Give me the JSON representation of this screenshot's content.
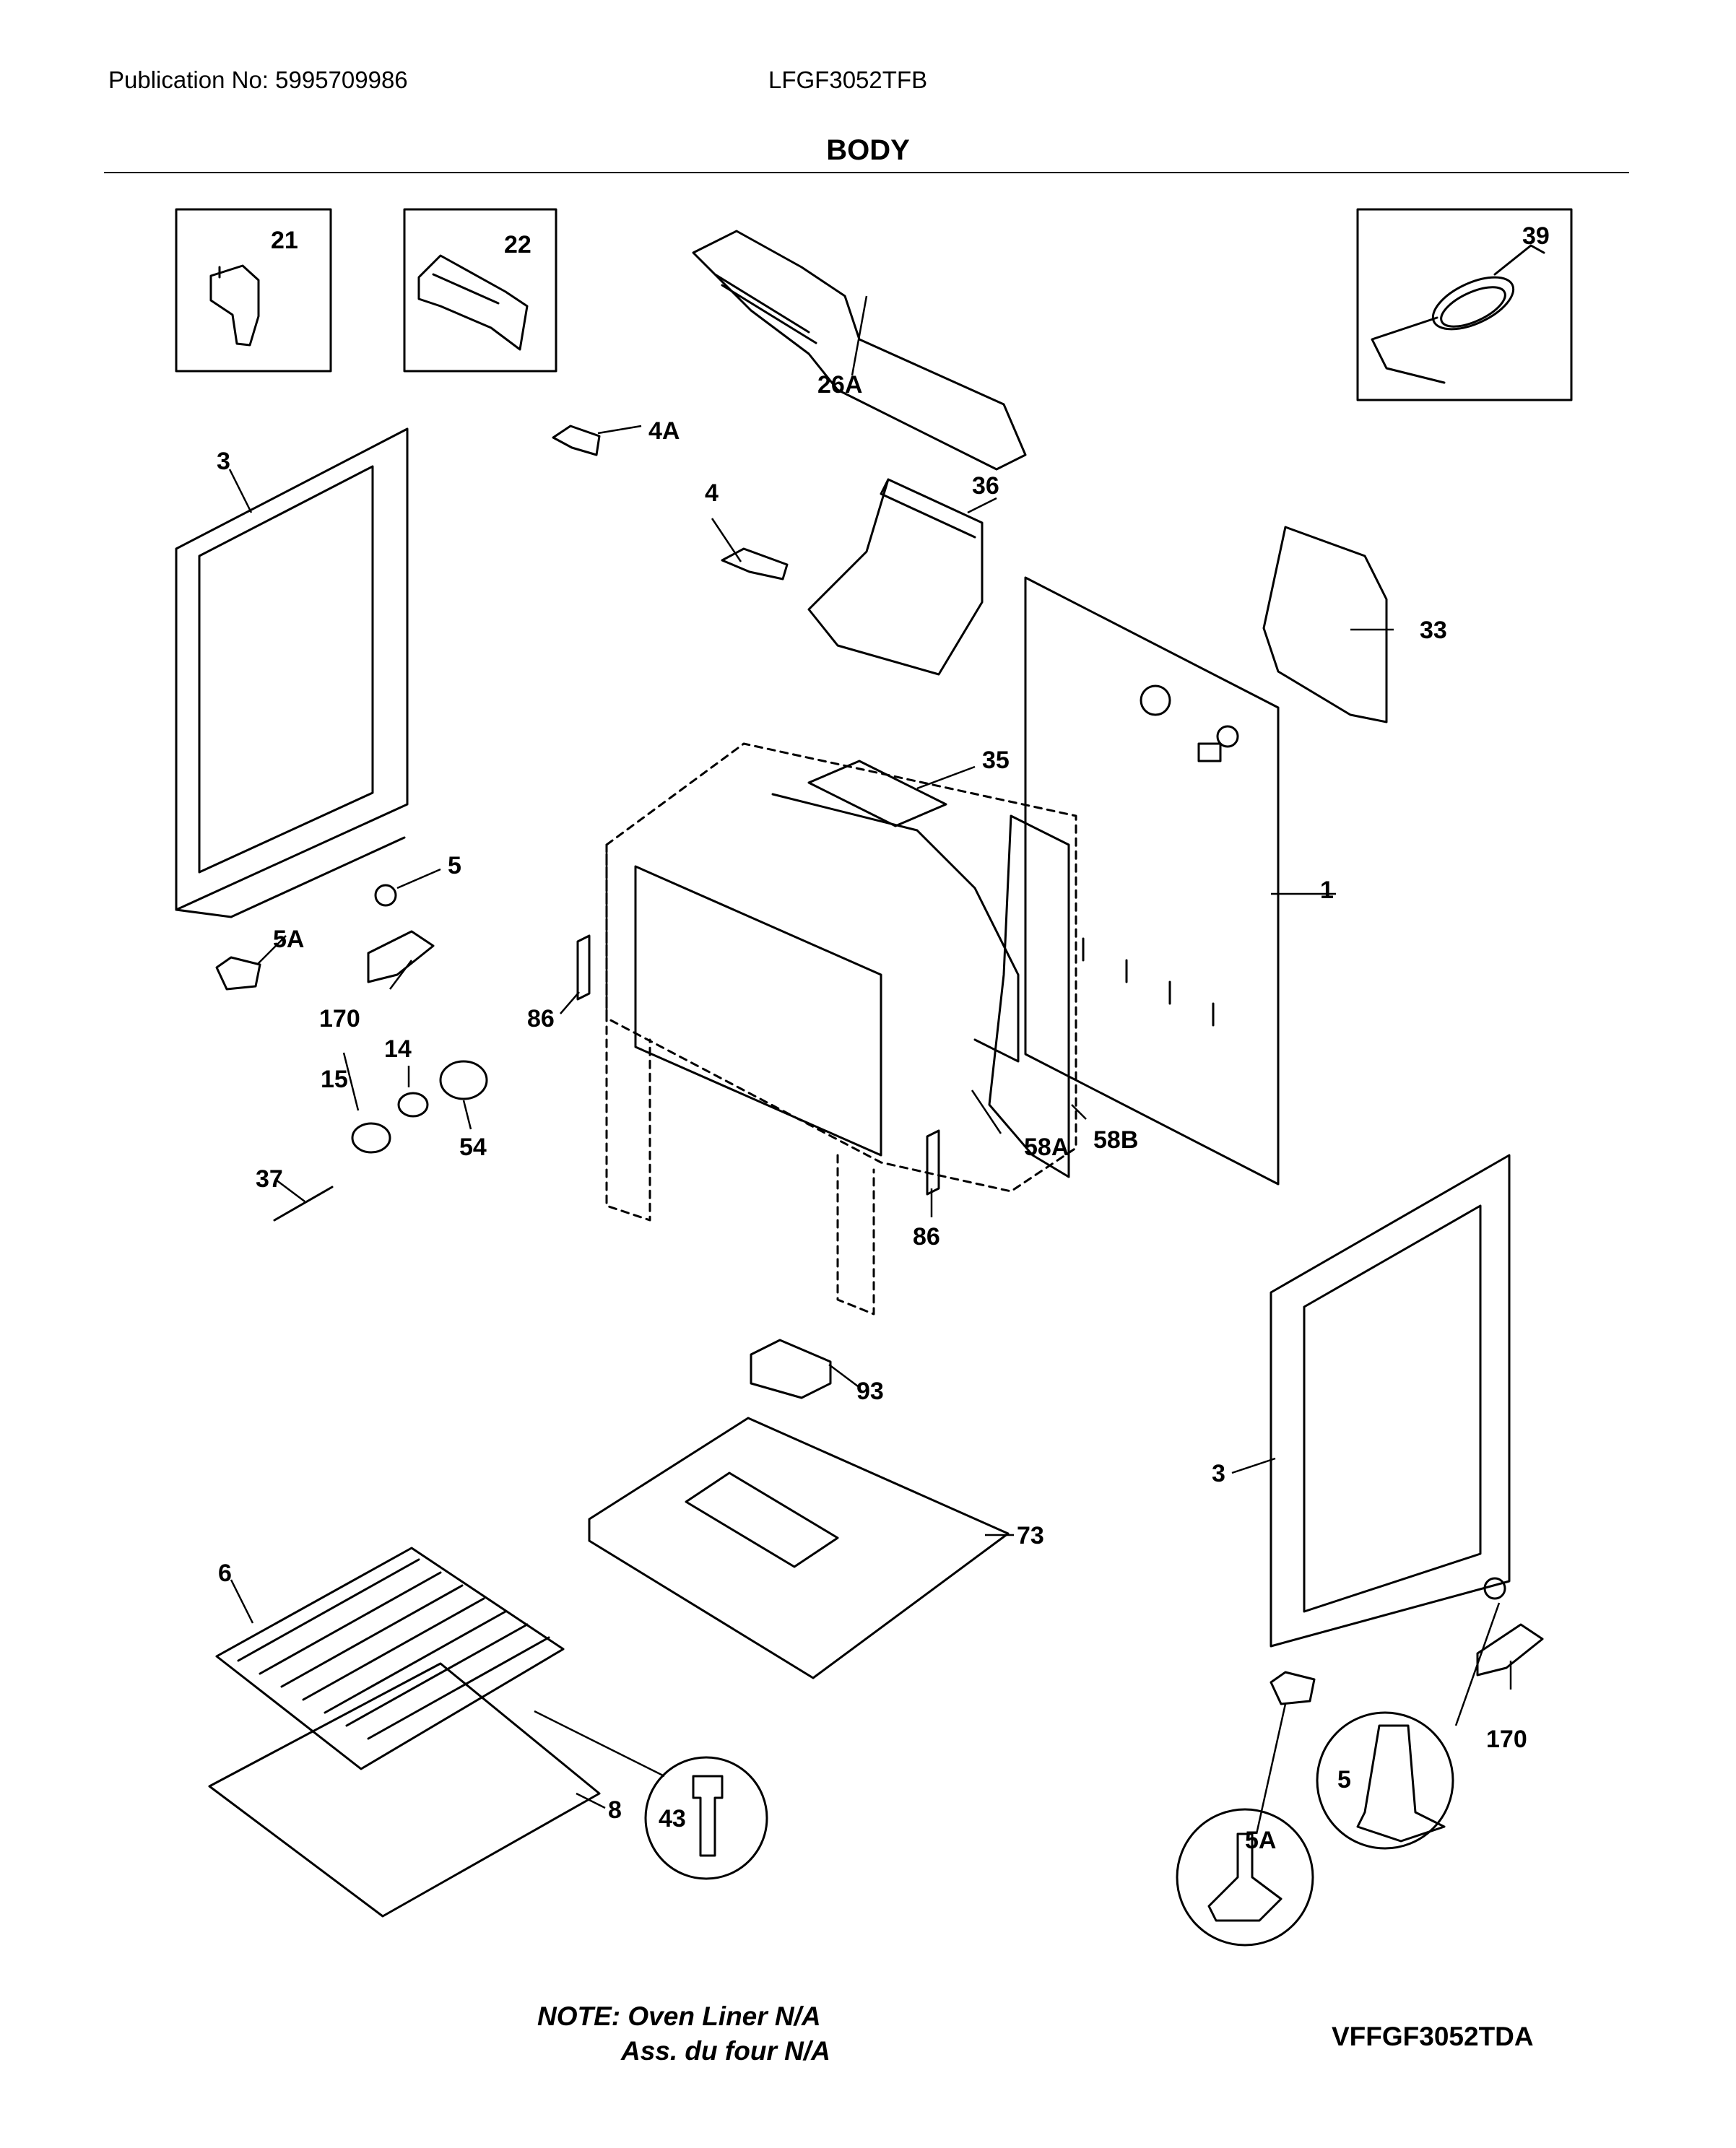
{
  "header": {
    "publication": "Publication No: 5995709986",
    "model": "LFGF3052TFB",
    "section_title": "BODY"
  },
  "callouts": {
    "c1": "1",
    "c3a": "3",
    "c3b": "3",
    "c4": "4",
    "c4a": "4A",
    "c5a": "5",
    "c5b": "5",
    "c5aa": "5A",
    "c5ab": "5A",
    "c6": "6",
    "c8": "8",
    "c14": "14",
    "c15": "15",
    "c21": "21",
    "c22": "22",
    "c26a": "26A",
    "c33": "33",
    "c35": "35",
    "c36": "36",
    "c37": "37",
    "c39": "39",
    "c43": "43",
    "c54": "54",
    "c58a": "58A",
    "c58b": "58B",
    "c73": "73",
    "c86a": "86",
    "c86b": "86",
    "c93": "93",
    "c170a": "170",
    "c170b": "170"
  },
  "note": {
    "line1": "NOTE: Oven Liner N/A",
    "line2": "Ass. du four N/A"
  },
  "variant_code": "VFFGF3052TDA"
}
